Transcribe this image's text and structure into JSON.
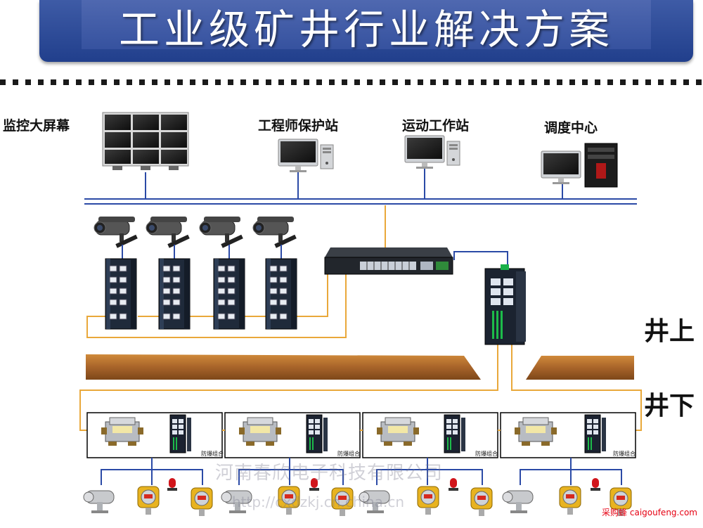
{
  "title": "工业级矿井行业解决方案",
  "top_nodes": {
    "video_wall": "监控大屏幕",
    "engineer_station": "工程师保护站",
    "operator_station": "运动工作站",
    "dispatch_center": "调度中心"
  },
  "levels": {
    "above": "井上",
    "below": "井下"
  },
  "box_caption": "防爆组合",
  "watermark": {
    "company": "河南春欣电子科技有限公司",
    "url": "http://cxdzkj.cn.china.cn"
  },
  "credit": "采购蜂 caigoufeng.com",
  "colors": {
    "title_bg": "#2b4a96",
    "network_line": "#2b4aa6",
    "fiber_line": "#e9a83a",
    "earth": "#b5722b"
  }
}
